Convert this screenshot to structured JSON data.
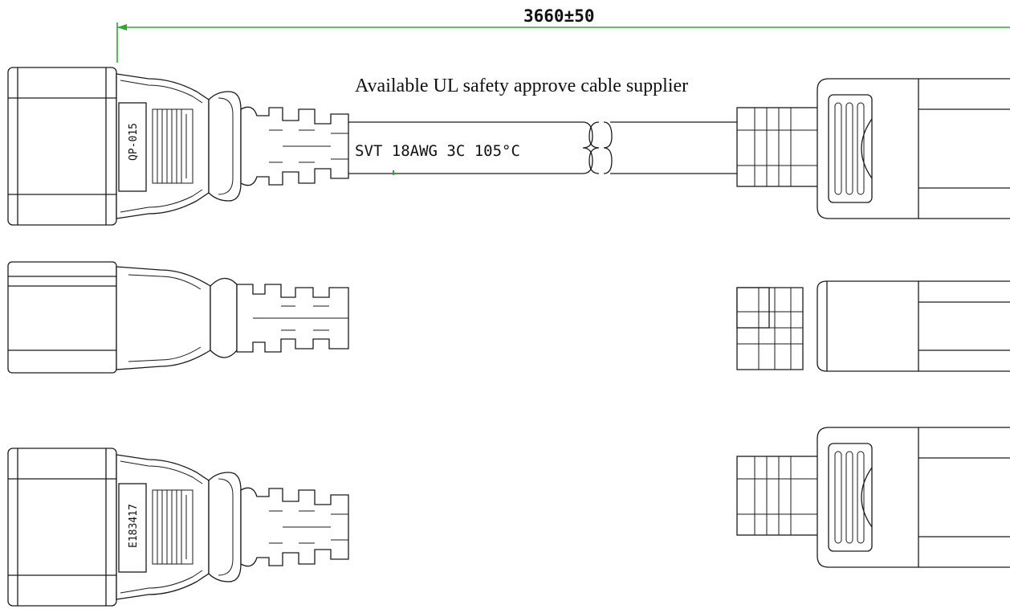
{
  "dimension": {
    "length_label": "3660±50",
    "color": "#2ea82e"
  },
  "annotations": {
    "supplier_note": "Available UL safety approve cable supplier",
    "cable_spec": "SVT 18AWG 3C 105°C"
  },
  "connectors": {
    "top_left_mark": "QP-015",
    "bottom_left_mark": "E183417"
  }
}
